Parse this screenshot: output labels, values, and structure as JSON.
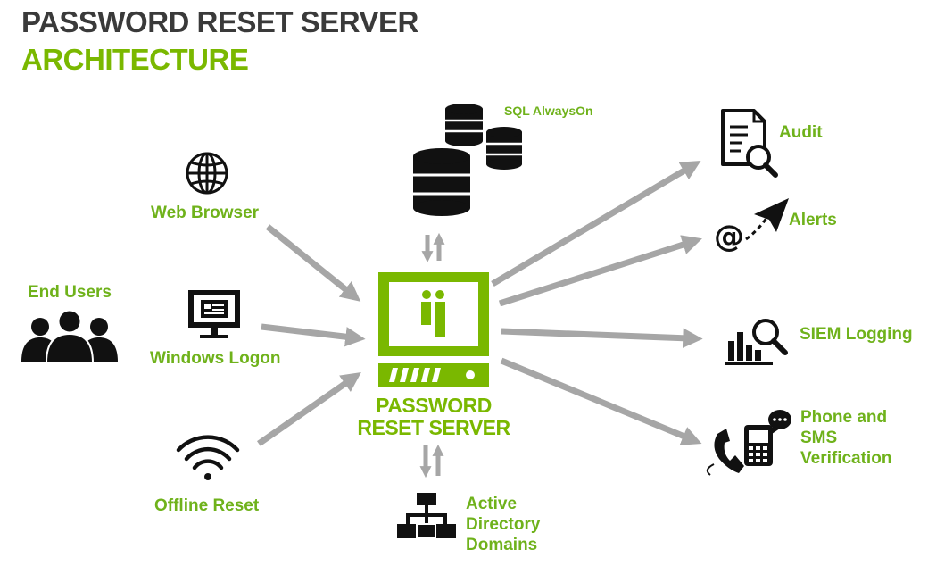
{
  "title": {
    "line1": "PASSWORD RESET SERVER",
    "line2": "ARCHITECTURE"
  },
  "colors": {
    "accent": "#7ab800",
    "label": "#6fb21b",
    "title": "#3a3a3a",
    "arrow": "#a6a6a6",
    "icon": "#111111"
  },
  "nodes": {
    "end_users": {
      "label": "End Users",
      "icon": "users-icon"
    },
    "web_browser": {
      "label": "Web Browser",
      "icon": "globe-icon"
    },
    "windows_logon": {
      "label": "Windows Logon",
      "icon": "monitor-icon"
    },
    "offline_reset": {
      "label": "Offline Reset",
      "icon": "wifi-icon"
    },
    "sql": {
      "label": "SQL AlwaysOn",
      "icon": "database-icon"
    },
    "server": {
      "line1": "PASSWORD",
      "line2": "RESET SERVER",
      "icon": "server-icon"
    },
    "active_directory": {
      "label": "Active\nDirectory\nDomains",
      "icon": "org-chart-icon"
    },
    "audit": {
      "label": "Audit",
      "icon": "document-search-icon"
    },
    "alerts": {
      "label": "Alerts",
      "icon": "email-send-icon"
    },
    "siem": {
      "label": "SIEM Logging",
      "icon": "chart-search-icon"
    },
    "phone": {
      "label": "Phone and\nSMS\nVerification",
      "icon": "phone-sms-icon"
    }
  }
}
